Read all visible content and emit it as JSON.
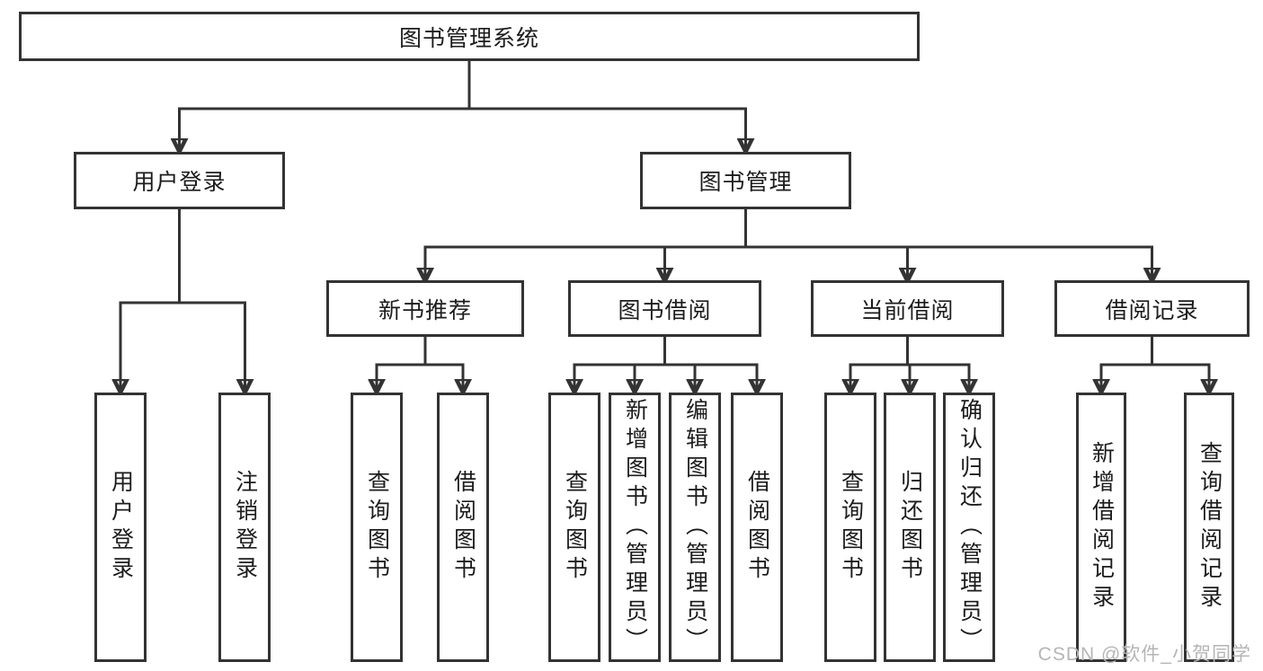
{
  "diagram": {
    "root_label": "图书管理系统",
    "login": {
      "label": "用户登录",
      "children": [
        "用户登录",
        "注销登录"
      ]
    },
    "management": {
      "label": "图书管理",
      "groups": [
        {
          "label": "新书推荐",
          "children": [
            "查询图书",
            "借阅图书"
          ]
        },
        {
          "label": "图书借阅",
          "children": [
            "查询图书",
            "新增图书（管理员）",
            "编辑图书（管理员）",
            "借阅图书"
          ]
        },
        {
          "label": "当前借阅",
          "children": [
            "查询图书",
            "归还图书",
            "确认归还（管理员）"
          ]
        },
        {
          "label": "借阅记录",
          "children": [
            "新增借阅记录",
            "查询借阅记录"
          ]
        }
      ]
    }
  },
  "watermark": "CSDN @软件_小贺同学",
  "colors": {
    "line": "#333333",
    "text": "#1c1c1c",
    "watermark": "#b5b5b5",
    "background": "#ffffff"
  }
}
